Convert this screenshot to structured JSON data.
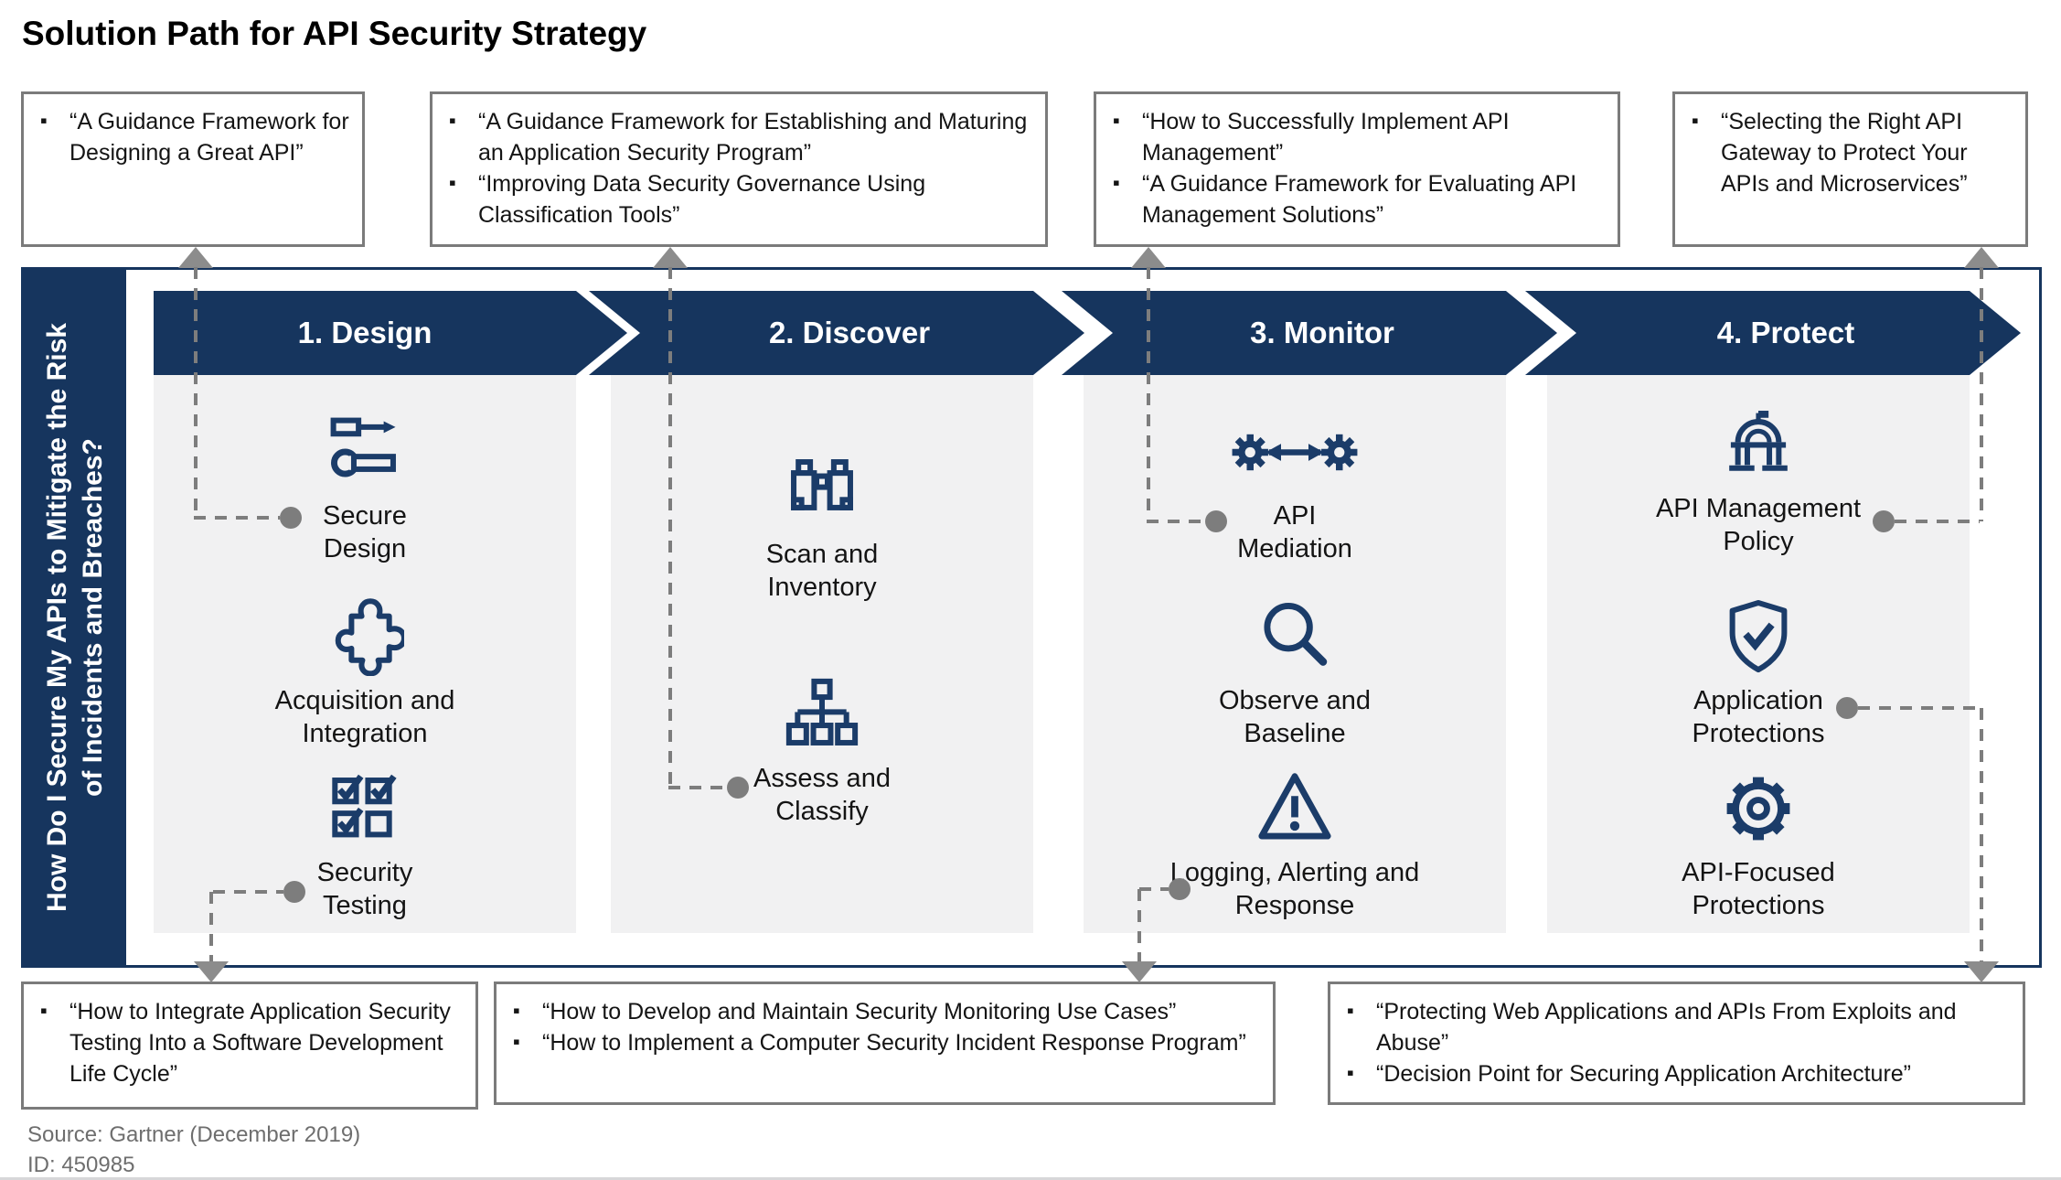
{
  "title": "Solution Path for API Security Strategy",
  "sidebar": {
    "line1": "How Do I Secure My APIs to Mitigate the Risk",
    "line2": "of Incidents and Breaches?"
  },
  "phases": [
    {
      "label": "1. Design",
      "items": [
        {
          "name": "Secure Design",
          "icon": "tools-icon"
        },
        {
          "name": "Acquisition and Integration",
          "icon": "puzzle-icon"
        },
        {
          "name": "Security Testing",
          "icon": "checklist-icon"
        }
      ]
    },
    {
      "label": "2. Discover",
      "items": [
        {
          "name": "Scan and Inventory",
          "icon": "binoculars-icon"
        },
        {
          "name": "Assess and Classify",
          "icon": "sitemap-icon"
        }
      ]
    },
    {
      "label": "3. Monitor",
      "items": [
        {
          "name": "API Mediation",
          "icon": "gears-exchange-icon"
        },
        {
          "name": "Observe and Baseline",
          "icon": "magnifier-icon"
        },
        {
          "name": "Logging, Alerting and Response",
          "icon": "warning-triangle-icon"
        }
      ]
    },
    {
      "label": "4. Protect",
      "items": [
        {
          "name": "API Management Policy",
          "icon": "capitol-icon"
        },
        {
          "name": "Application Protections",
          "icon": "shield-check-icon"
        },
        {
          "name": "API-Focused Protections",
          "icon": "gear-icon"
        }
      ]
    }
  ],
  "top_boxes": [
    {
      "items": [
        "“A Guidance Framework for Designing a Great API”"
      ]
    },
    {
      "items": [
        "“A Guidance Framework for Establishing and Maturing an Application Security Program”",
        "“Improving Data Security Governance Using Classification Tools”"
      ]
    },
    {
      "items": [
        "“How to Successfully Implement API Management”",
        "“A Guidance Framework for Evaluating API Management Solutions”"
      ]
    },
    {
      "items": [
        "“Selecting the Right API Gateway to Protect Your APIs and Microservices”"
      ]
    }
  ],
  "bottom_boxes": [
    {
      "items": [
        "“How to Integrate Application Security Testing Into a Software Development Life Cycle”"
      ]
    },
    {
      "items": [
        "“How to Develop and Maintain Security Monitoring Use Cases”",
        "“How to Implement a Computer Security Incident Response Program”"
      ]
    },
    {
      "items": [
        "“Protecting Web Applications and APIs From Exploits and Abuse”",
        "“Decision Point for Securing Application Architecture”"
      ]
    }
  ],
  "source": {
    "line1": "Source: Gartner (December 2019)",
    "line2": "ID: 450985"
  },
  "colors": {
    "navy": "#16355e",
    "icon_navy": "#1b3c69",
    "panel_gray": "#f1f1f2",
    "connector_gray": "#7d7d7d",
    "box_border_gray": "#7b7b7b"
  }
}
